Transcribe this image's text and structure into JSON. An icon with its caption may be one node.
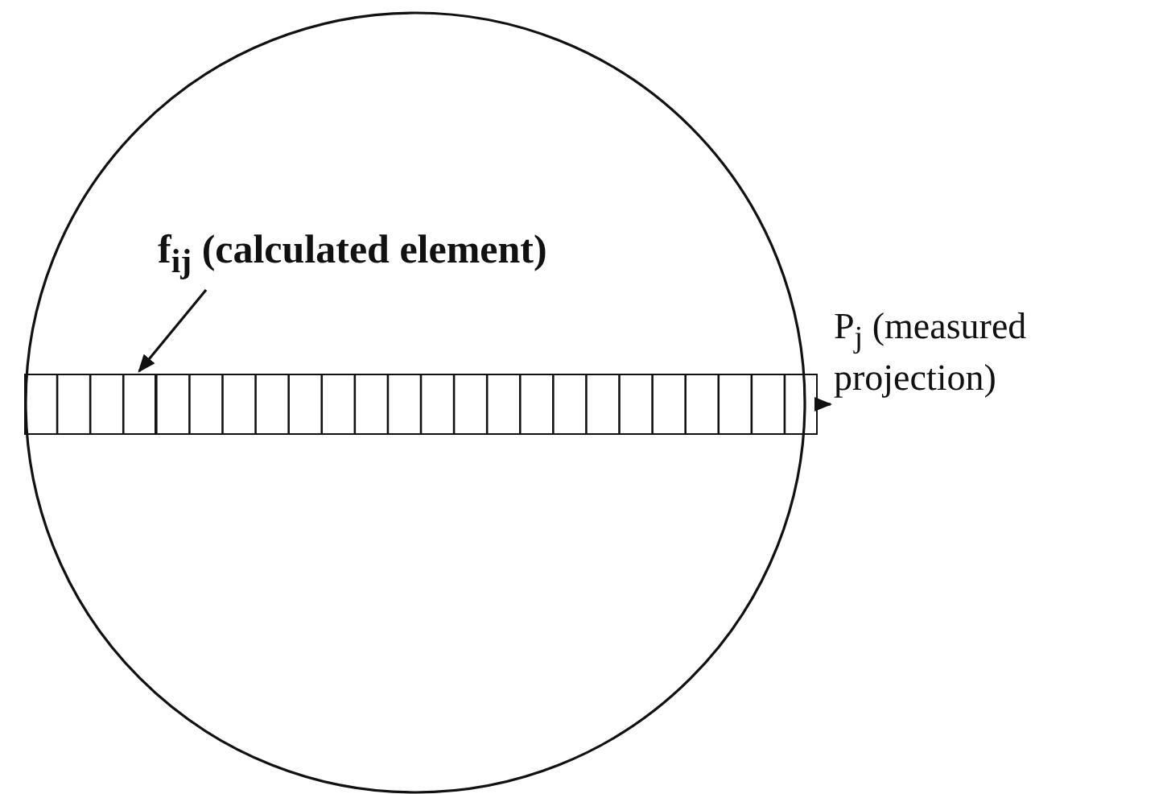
{
  "diagram": {
    "nodes": [
      {
        "text": [
          "f$_{ij}$ (calculated element)"
        ]
      },
      {
        "text": [],
        "shape": "bar"
      },
      {
        "text": [],
        "shape": "box",
        "in": 1
      },
      {
        "text": [
          "P$_{j}$ (measured projection)"
        ]
      }
    ],
    "edges": [
      {
        "from": 0,
        "to": 2,
        "arrow": "to"
      },
      {
        "from": 1,
        "to": 3,
        "arrow": "to"
      }
    ]
  }
}
